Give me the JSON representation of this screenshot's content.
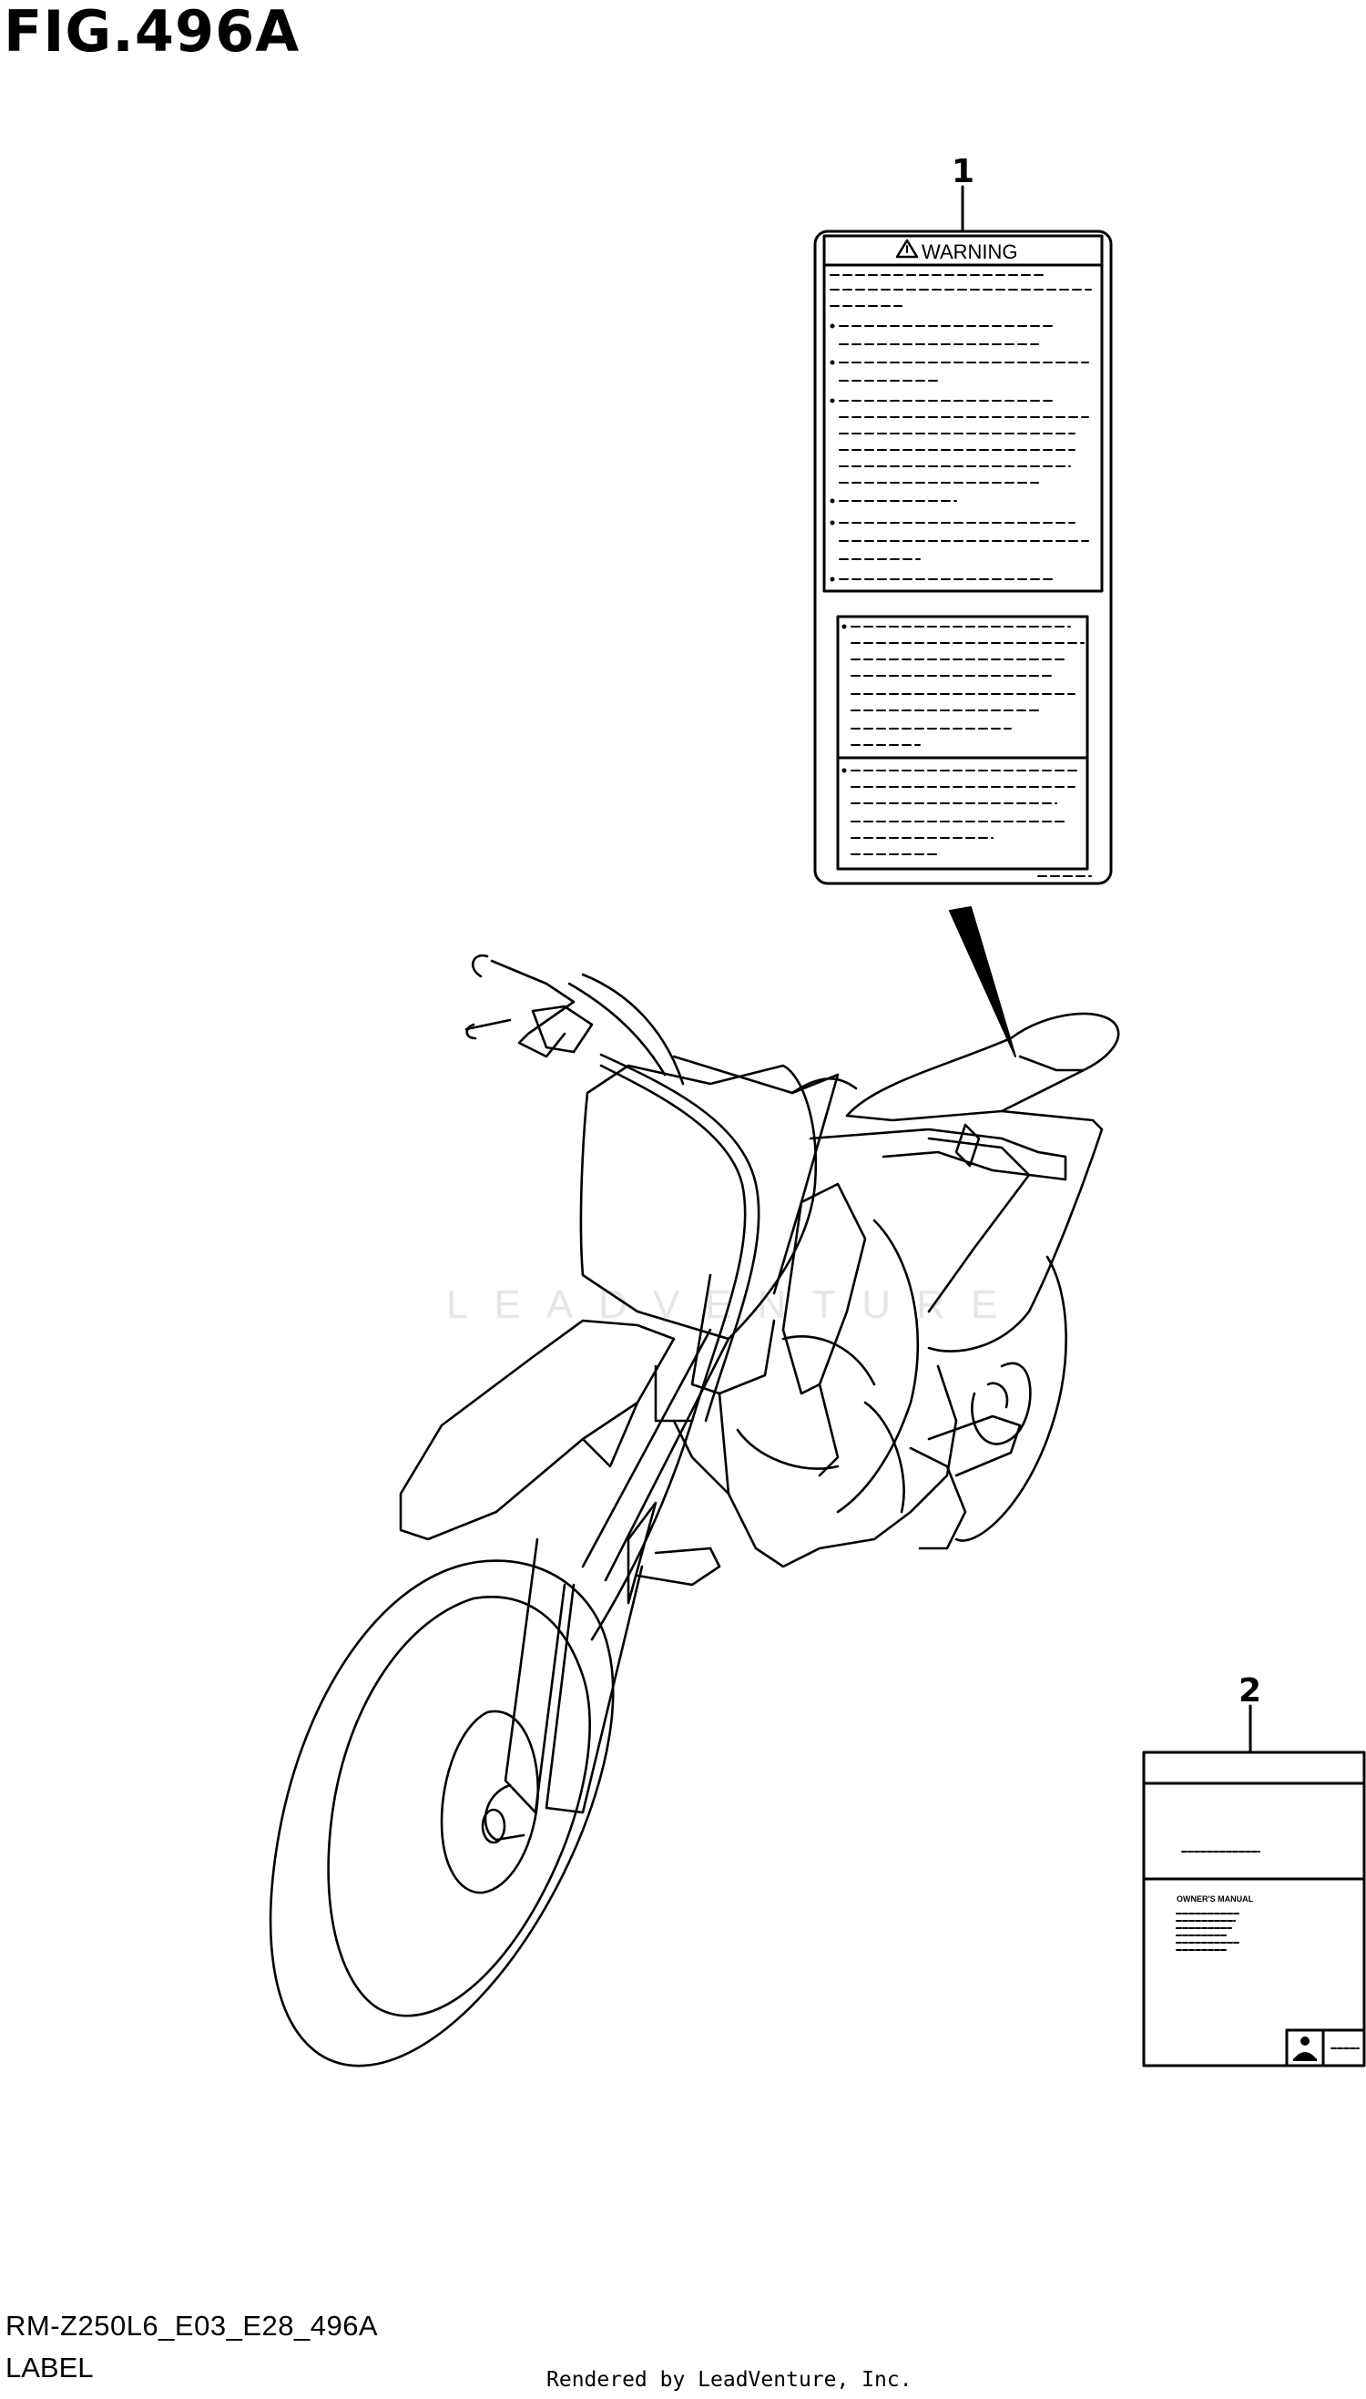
{
  "figure": {
    "title": "FIG.496A",
    "code": "RM-Z250L6_E03_E28_496A",
    "caption": "LABEL",
    "credit": "Rendered by LeadVenture, Inc.",
    "watermark": "LEADVENTURE"
  },
  "callouts": [
    {
      "number": "1"
    },
    {
      "number": "2"
    }
  ],
  "warning_label": {
    "heading": "WARNING",
    "icon": "warning-triangle-icon"
  },
  "manual_label": {
    "title": "OWNER'S MANUAL",
    "icon": "reader-icon"
  }
}
